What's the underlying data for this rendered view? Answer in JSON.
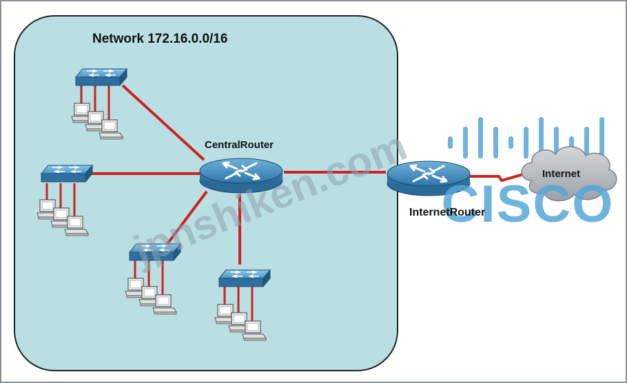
{
  "diagram": {
    "network_label": "Network 172.16.0.0/16",
    "central_router_label": "CentralRouter",
    "internet_router_label": "InternetRouter",
    "cloud_label": "Internet",
    "logo_text": "CISCO",
    "watermark_text": "jpnshiken.com"
  },
  "colors": {
    "network_area": "#b9dfe3",
    "link": "#cc2222",
    "device_blue": "#3f86b8",
    "cloud": "#b4b8bd",
    "logo": "#56a7d8"
  }
}
